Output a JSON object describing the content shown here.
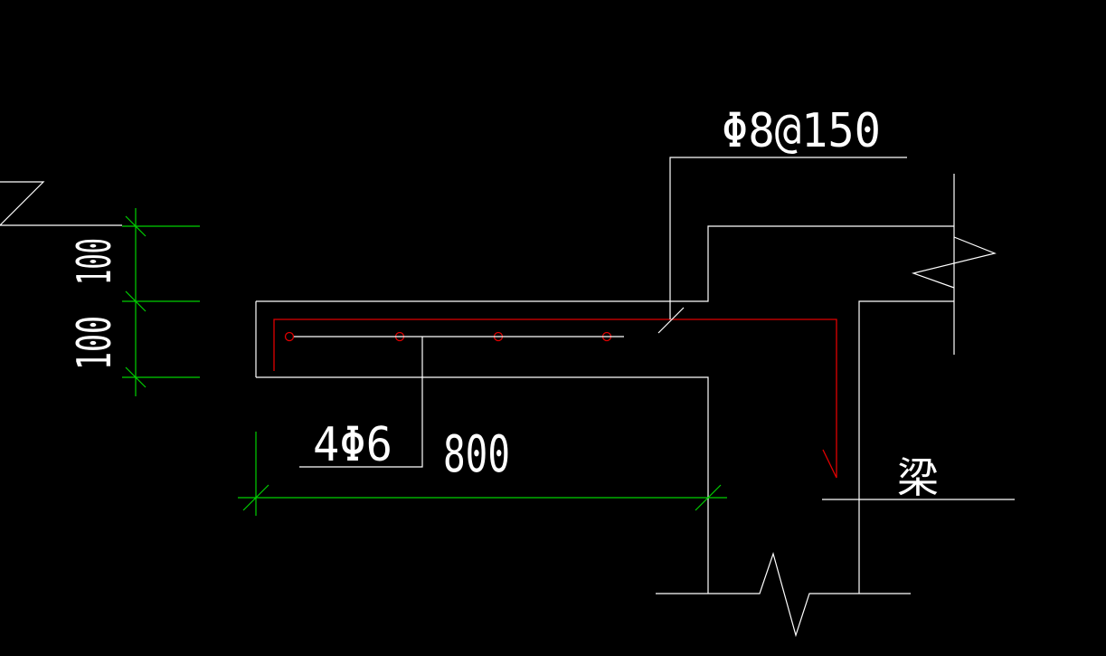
{
  "drawing": {
    "rebar_spec_label": "Φ8@150",
    "bottom_bars_label": "4Φ6",
    "span_dimension": "800",
    "vertical_dimension_upper": "100",
    "vertical_dimension_lower": "100",
    "beam_label": "梁"
  },
  "colors": {
    "background": "#000000",
    "outline": "#ffffff",
    "dimension": "#00d000",
    "rebar": "#e00000"
  }
}
